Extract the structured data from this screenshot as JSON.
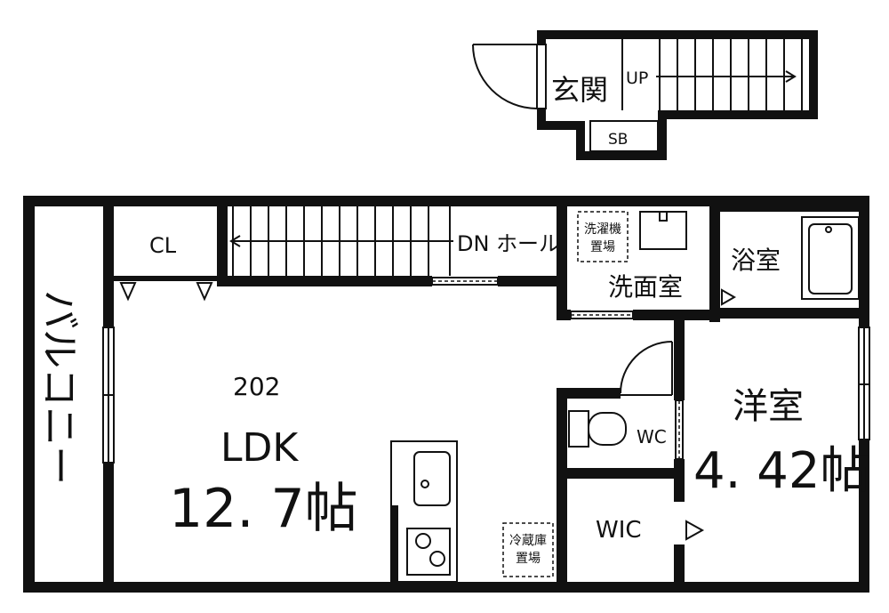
{
  "unit": "202",
  "rooms": {
    "entrance": "玄関",
    "up": "UP",
    "shoe_box": "SB",
    "closet": "CL",
    "down_hall": "DN ホール",
    "washer_line1": "洗濯機",
    "washer_line2": "置場",
    "washroom": "洗面室",
    "bath": "浴室",
    "balcony": "バルコニー",
    "ldk": "LDK",
    "ldk_area": "12. 7帖",
    "wc": "WC",
    "western": "洋室",
    "western_area": "4. 42帖",
    "fridge_line1": "冷蔵庫",
    "fridge_line2": "置場",
    "wic": "WIC"
  },
  "colors": {
    "wall": "#111111",
    "background": "#ffffff"
  }
}
